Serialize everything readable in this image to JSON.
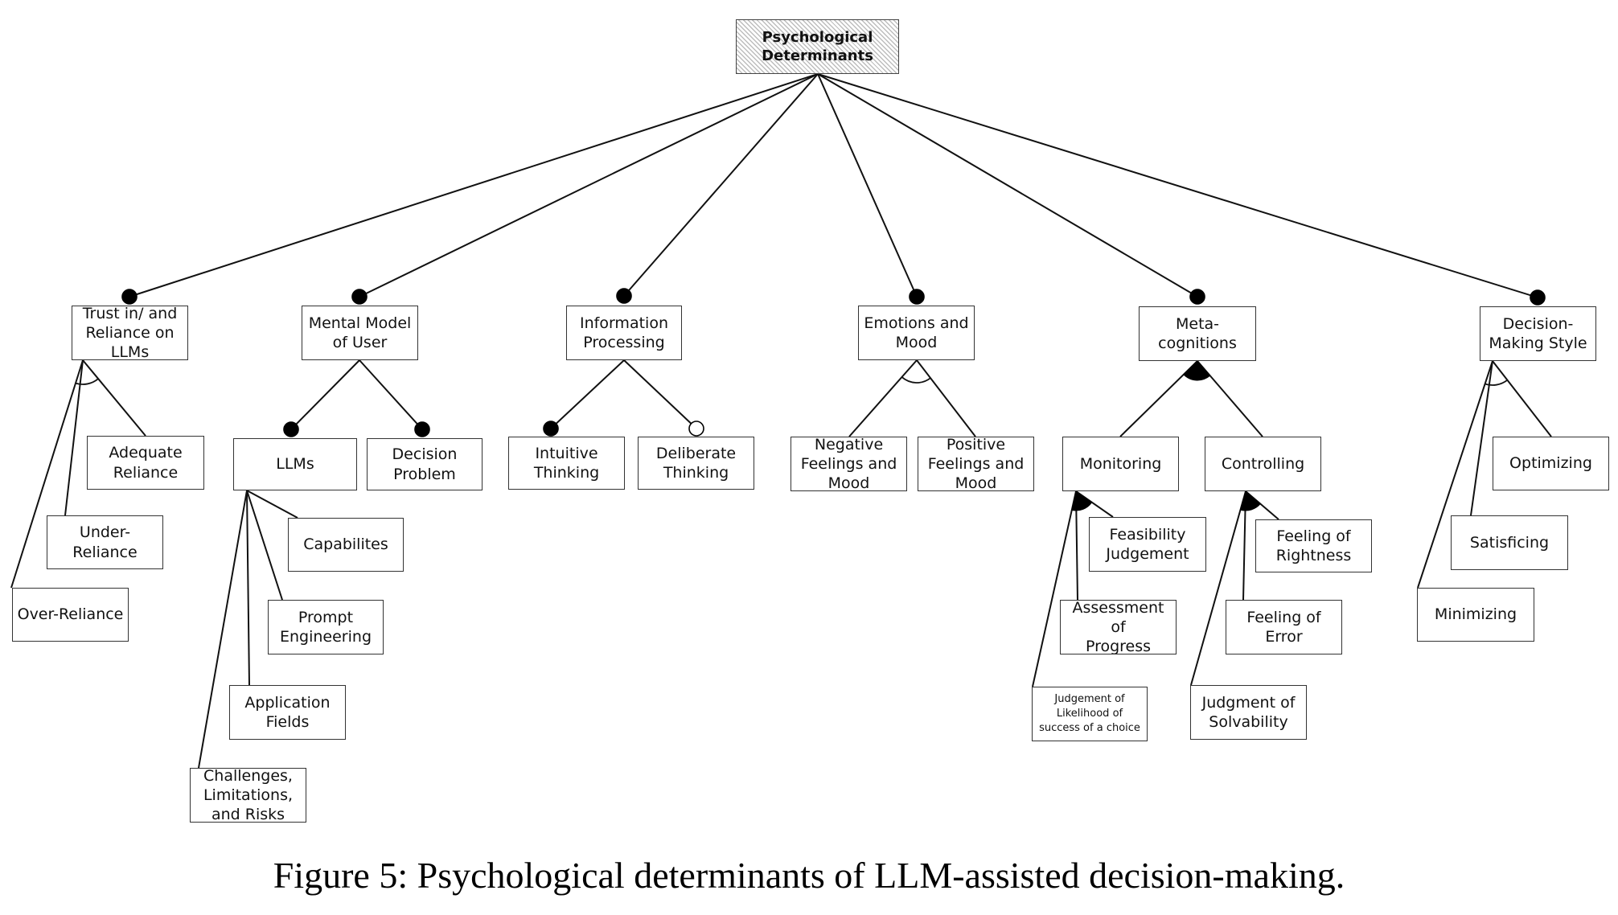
{
  "diagram": {
    "root": "Psychological\nDeterminants",
    "nodes": {
      "trust": "Trust in/ and\nReliance on\nLLMs",
      "adequate": "Adequate\nReliance",
      "under": "Under-\nReliance",
      "over": "Over-Reliance",
      "mental": "Mental Model\nof User",
      "llms": "LLMs",
      "decision_problem": "Decision\nProblem",
      "capabilites": "Capabilites",
      "prompt": "Prompt\nEngineering",
      "application": "Application\nFields",
      "challenges": "Challenges,\nLimitations,\nand Risks",
      "info": "Information\nProcessing",
      "intuitive": "Intuitive\nThinking",
      "deliberate": "Deliberate\nThinking",
      "emotions": "Emotions and\nMood",
      "negative": "Negative\nFeelings and\nMood",
      "positive": "Positive\nFeelings and\nMood",
      "meta": "Meta-\ncognitions",
      "monitoring": "Monitoring",
      "controlling": "Controlling",
      "feasibility": "Feasibility\nJudgement",
      "assessment": "Assessment of\nProgress",
      "likelihood": "Judgement of\nLikelihood of\nsuccess of a choice",
      "rightness": "Feeling of\nRightness",
      "error": "Feeling of\nError",
      "solvability": "Judgment of\nSolvability",
      "style": "Decision-\nMaking Style",
      "optimizing": "Optimizing",
      "satisficing": "Satisficing",
      "minimizing": "Minimizing"
    }
  },
  "caption": "Figure 5: Psychological determinants of LLM-assisted decision-making."
}
